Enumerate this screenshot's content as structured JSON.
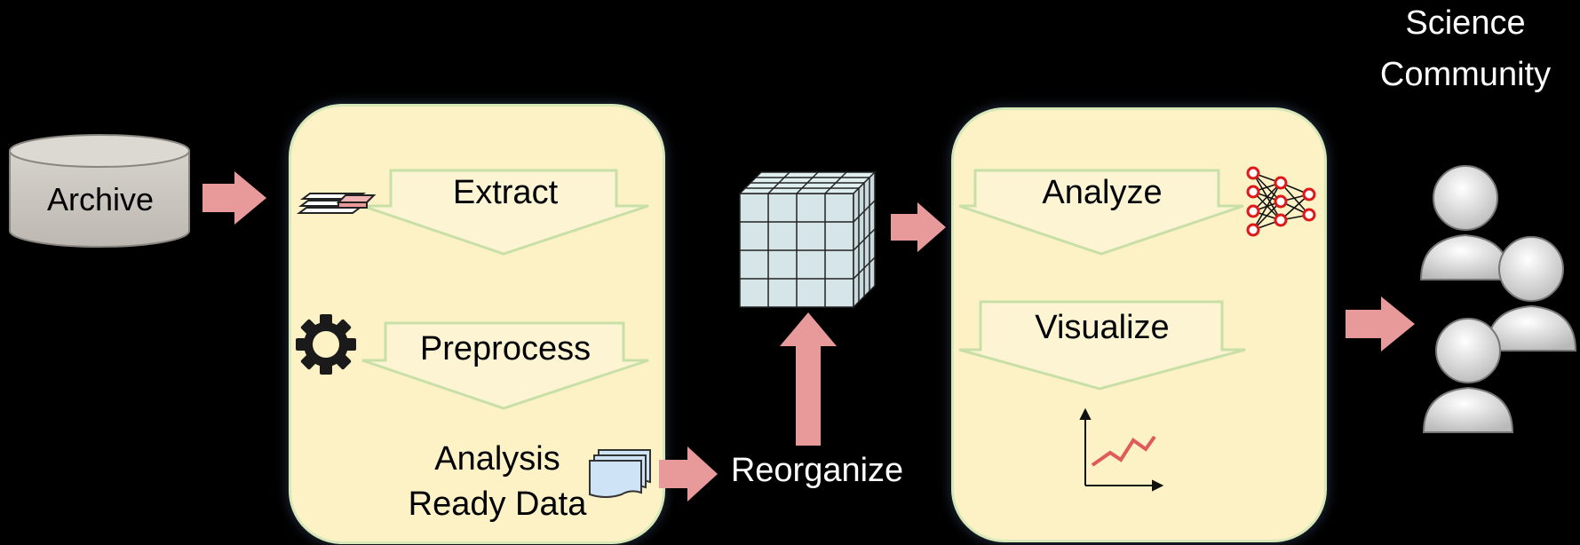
{
  "archive": {
    "label": "Archive"
  },
  "pipeline": {
    "extract": "Extract",
    "preprocess": "Preprocess",
    "ard_line1": "Analysis",
    "ard_line2": "Ready Data",
    "reorganize": "Reorganize"
  },
  "analysis": {
    "analyze": "Analyze",
    "visualize": "Visualize"
  },
  "community": {
    "line1": "Science",
    "line2": "Community"
  },
  "colors": {
    "panel": "#fdf1c6",
    "panel_border": "#d7e8b8",
    "arrow": "#e89a9a",
    "chevron_fill": "#fdf4d4",
    "chevron_stroke": "#c9dfa8",
    "cube": "#d6e6e8",
    "nn_node": "#e01818",
    "chart_line": "#e05a5a"
  },
  "icons": [
    "database-icon",
    "stacked-layers-icon",
    "gear-icon",
    "documents-icon",
    "data-cube-icon",
    "neural-network-icon",
    "line-chart-icon",
    "users-icon"
  ]
}
